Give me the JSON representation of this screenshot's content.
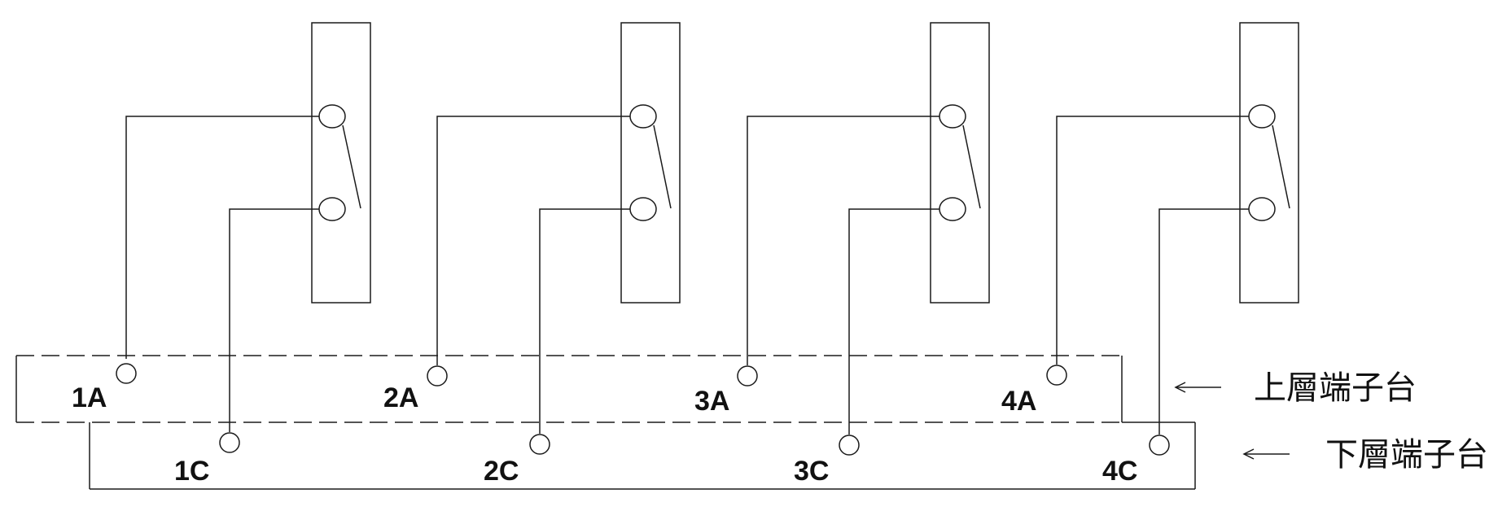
{
  "terminals": {
    "upper": [
      "1A",
      "2A",
      "3A",
      "4A"
    ],
    "lower": [
      "1C",
      "2C",
      "3C",
      "4C"
    ]
  },
  "blocks": {
    "upper_label": "上層端子台",
    "lower_label": "下層端子台"
  }
}
